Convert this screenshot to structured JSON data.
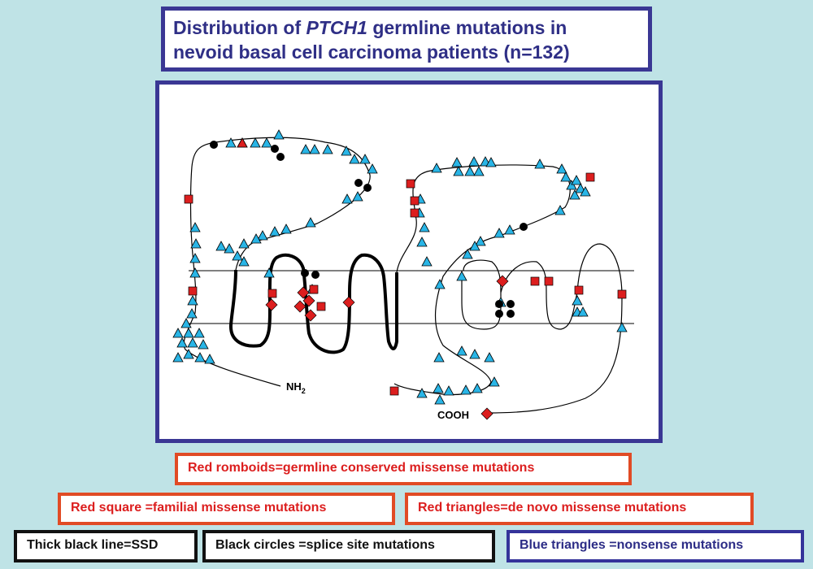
{
  "title": {
    "line1_pre": "Distribution of ",
    "gene": "PTCH1",
    "line1_post": " germline mutations in",
    "line2": "nevoid basal cell carcinoma patients (n=132)"
  },
  "diagram": {
    "nterm_label": "NH",
    "nterm_sub": "2",
    "cterm_label": "COOH"
  },
  "legend": {
    "rhomboids": "Red romboids=germline conserved missense mutations",
    "squares": "Red square =familial missense mutations",
    "red_triangles": "Red triangles=de novo missense mutations",
    "thick_line": "Thick black line=SSD",
    "circles": "Black circles =splice site mutations",
    "blue_triangles": "Blue triangles =nonsense mutations"
  },
  "colors": {
    "frame": "#3a3794",
    "red": "#dc1e1e",
    "blue": "#29b5e6",
    "black": "#000000",
    "background": "#bfe3e6"
  }
}
